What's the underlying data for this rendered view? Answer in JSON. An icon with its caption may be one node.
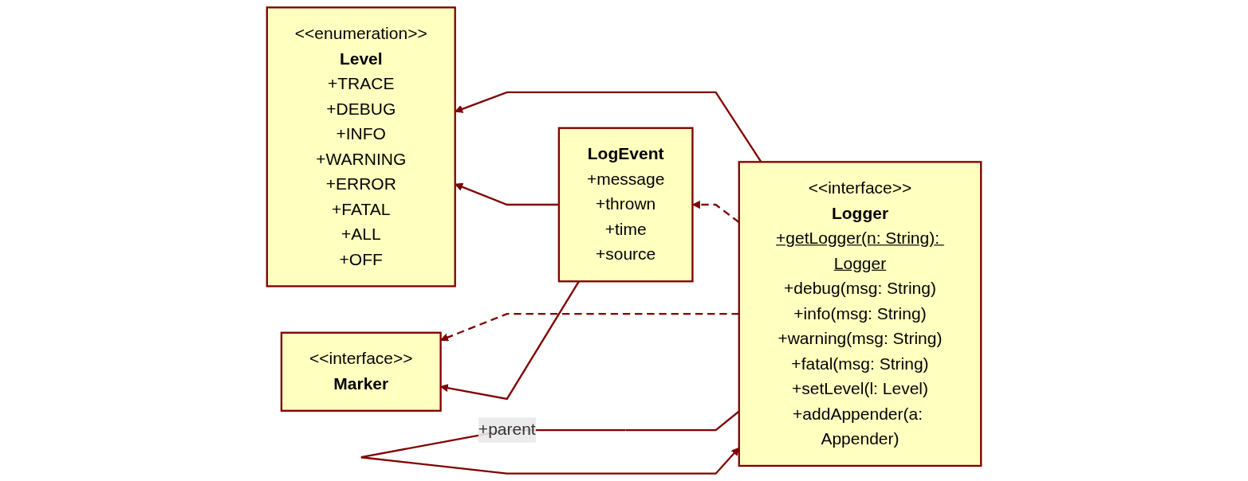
{
  "diagram": {
    "nodes": [
      {
        "text": [
          "<<enumeration>>",
          "Level",
          "+TRACE",
          "+DEBUG",
          "+INFO",
          "+WARNING",
          "+ERROR",
          "+FATAL",
          "+ALL",
          "+OFF"
        ]
      },
      {
        "text": [
          "<<interface>>",
          "Marker"
        ]
      },
      {
        "text": [
          "<<interface>>",
          "Logger",
          "+getLogger(n: String): Logger",
          "+debug(msg: String)",
          "+info(msg: String)",
          "+warning(msg: String)",
          "+fatal(msg: String)",
          "+setLevel(l: Level)",
          "+addAppender(a: Appender)"
        ]
      },
      {
        "text": [
          "LogEvent",
          "+message",
          "+thrown",
          "+time",
          "+source"
        ]
      }
    ],
    "edges": [
      {
        "from": 2,
        "to": 0,
        "arrow": "to"
      },
      {
        "from": 2,
        "to": 1,
        "arrow": "to",
        "style": "dashed"
      },
      {
        "from": 2,
        "to": 3,
        "arrow": "to",
        "style": "dashed"
      },
      {
        "from": 3,
        "to": 1,
        "arrow": "to"
      },
      {
        "from": 3,
        "to": 0,
        "arrow": "to"
      },
      {
        "from": 2,
        "to": 2,
        "arrow": "to",
        "label": "+parent"
      }
    ]
  }
}
